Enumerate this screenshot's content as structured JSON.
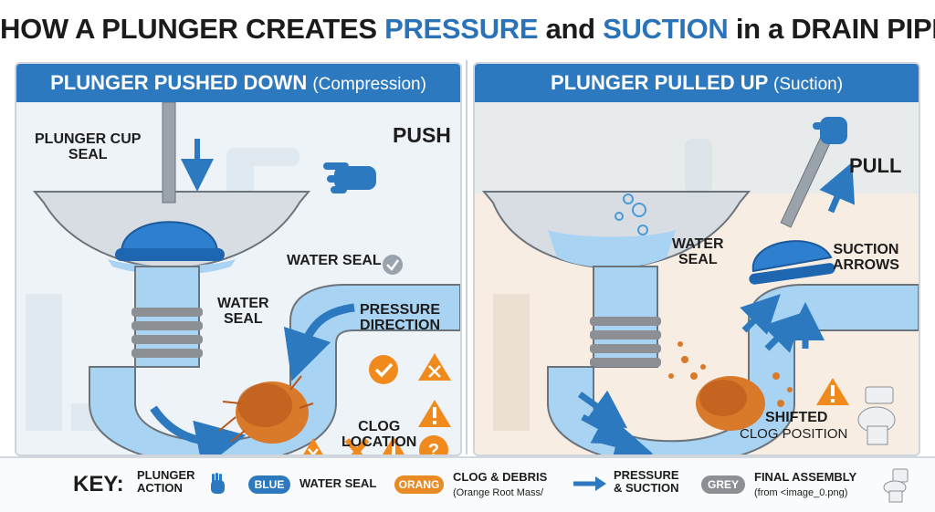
{
  "title": {
    "part1": "HOW A PLUNGER CREATES ",
    "part2": "PRESSURE",
    "part3": " and ",
    "part4": "SUCTION",
    "part5": " in a DRAIN PIPE"
  },
  "left_panel": {
    "header": "PLUNGER PUSHED DOWN",
    "header_sub": "(Compression)",
    "labels": {
      "plunger_cup_seal": "PLUNGER CUP\nSEAL",
      "push": "PUSH",
      "water_seal_top": "WATER SEAL",
      "water_seal": "WATER\nSEAL",
      "pressure_direction": "PRESSURE\nDIRECTION",
      "clog_location": "CLOG\nLOCATION"
    }
  },
  "right_panel": {
    "header": "PLUNGER PULLED UP",
    "header_sub": "(Suction)",
    "labels": {
      "pull": "PULL",
      "water_seal": "WATER\nSEAL",
      "suction_arrows": "SUCTION\nARROWS",
      "shifted": "SHIFTED",
      "clog_position": "CLOG POSITION"
    }
  },
  "key": {
    "title": "KEY:",
    "plunger_action": "PLUNGER\nACTION",
    "blue_pill": "BLUE",
    "water_seal": "WATER SEAL",
    "orange_pill": "ORANG",
    "clog_debris": "CLOG & DEBRIS",
    "clog_debris_sub": "(Orange Root Mass/",
    "pressure_suction": "PRESSURE\n& SUCTION",
    "grey_pill": "GREY",
    "final_assembly": "FINAL ASSEMBLY",
    "final_assembly_sub": "(from <image_0.png)"
  },
  "colors": {
    "blue": "#2c79bf",
    "water": "#a9d3f2",
    "orange": "#e98a25",
    "grey": "#8c9095"
  },
  "icons": [
    "hand-push-icon",
    "check-circle-icon",
    "warning-icon",
    "x-icon",
    "question-icon",
    "hand-pull-icon",
    "toilet-icon",
    "arrow-icon"
  ]
}
